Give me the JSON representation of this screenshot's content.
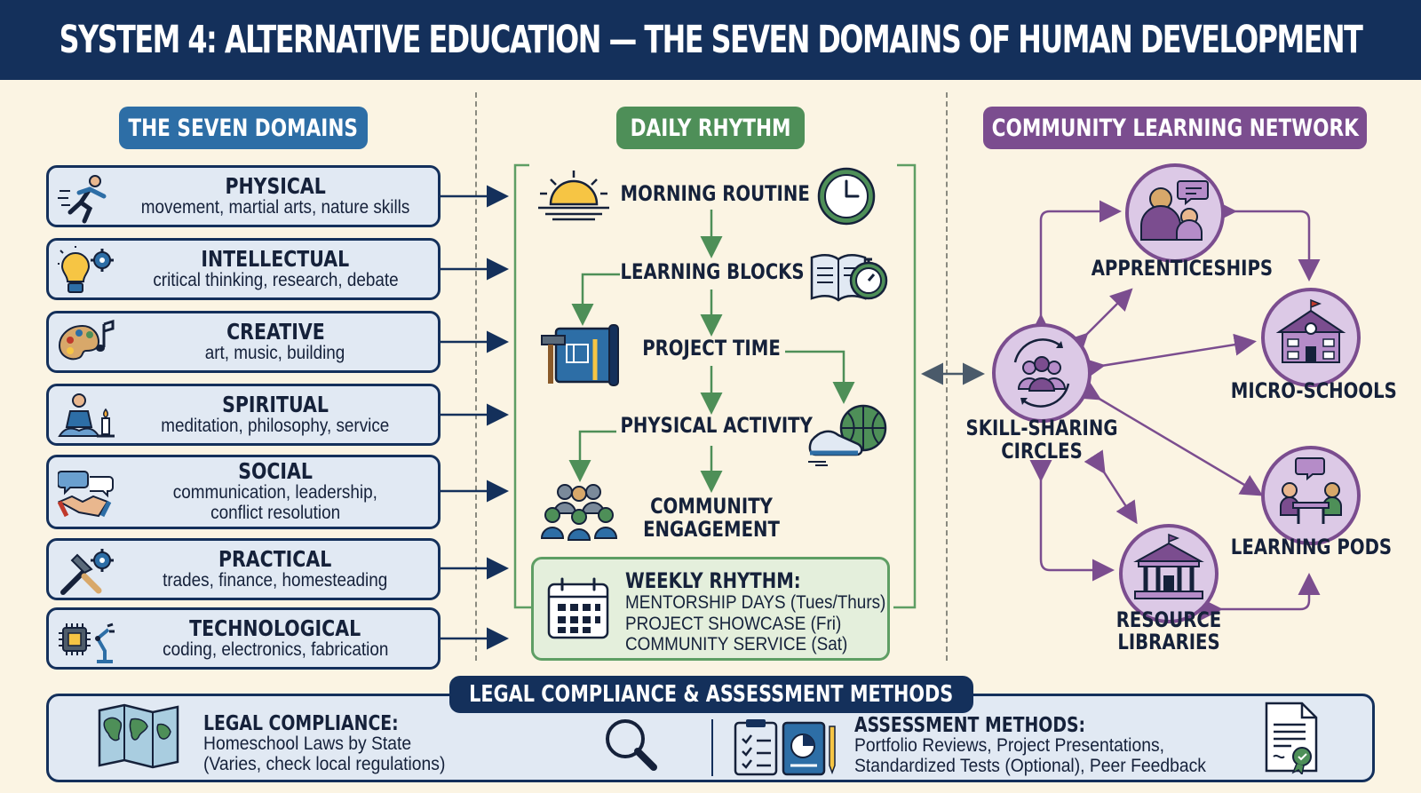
{
  "title": "SYSTEM 4: ALTERNATIVE EDUCATION — THE SEVEN DOMAINS OF HUMAN DEVELOPMENT",
  "colors": {
    "navy": "#14305b",
    "blue": "#2d6ea6",
    "green": "#4e8f58",
    "purple": "#7b4d8f",
    "background": "#fbf4e3"
  },
  "domains": {
    "header": "THE SEVEN DOMAINS",
    "items": [
      {
        "name": "PHYSICAL",
        "desc": "movement, martial arts, nature skills",
        "icon": "running-person-icon"
      },
      {
        "name": "INTELLECTUAL",
        "desc": "critical thinking, research, debate",
        "icon": "lightbulb-gear-icon"
      },
      {
        "name": "CREATIVE",
        "desc": "art, music, building",
        "icon": "palette-music-icon"
      },
      {
        "name": "SPIRITUAL",
        "desc": "meditation, philosophy, service",
        "icon": "meditation-candle-icon"
      },
      {
        "name": "SOCIAL",
        "desc_lines": [
          "communication, leadership,",
          "conflict resolution"
        ],
        "icon": "handshake-chat-icon"
      },
      {
        "name": "PRACTICAL",
        "desc": "trades, finance, homesteading",
        "icon": "tools-gear-icon"
      },
      {
        "name": "TECHNOLOGICAL",
        "desc": "coding, electronics, fabrication",
        "icon": "chip-robot-arm-icon"
      }
    ]
  },
  "rhythm": {
    "header": "DAILY RHYTHM",
    "steps": [
      "MORNING ROUTINE",
      "LEARNING BLOCKS",
      "PROJECT TIME",
      "PHYSICAL ACTIVITY"
    ],
    "community": [
      "COMMUNITY",
      "ENGAGEMENT"
    ],
    "weekly": {
      "title": "WEEKLY RHYTHM:",
      "lines": [
        "MENTORSHIP DAYS (Tues/Thurs)",
        "PROJECT SHOWCASE (Fri)",
        "COMMUNITY SERVICE (Sat)"
      ]
    }
  },
  "network": {
    "header": "COMMUNITY LEARNING NETWORK",
    "nodes": {
      "apprenticeships": "APPRENTICESHIPS",
      "micro_schools": "MICRO-SCHOOLS",
      "skill_sharing": [
        "SKILL-SHARING",
        "CIRCLES"
      ],
      "learning_pods": "LEARNING PODS",
      "resource_libraries": [
        "RESOURCE",
        "LIBRARIES"
      ]
    }
  },
  "bottom": {
    "header": "LEGAL COMPLIANCE & ASSESSMENT METHODS",
    "legal": {
      "title": "LEGAL COMPLIANCE:",
      "lines": [
        "Homeschool Laws by State",
        "(Varies, check local regulations)"
      ]
    },
    "assessment": {
      "title": "ASSESSMENT METHODS:",
      "lines": [
        "Portfolio Reviews, Project Presentations,",
        "Standardized Tests (Optional), Peer Feedback"
      ]
    }
  }
}
